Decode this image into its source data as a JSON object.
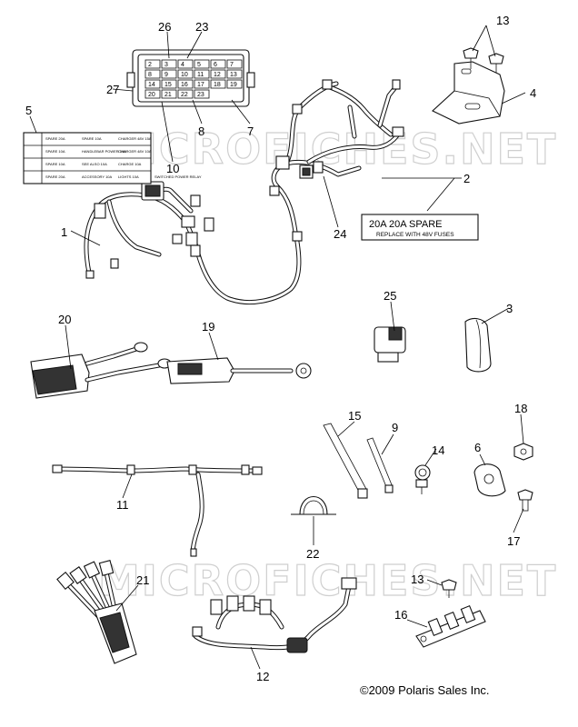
{
  "watermark": "MICROFICHES.NET",
  "copyright": "©2009 Polaris Sales Inc.",
  "callouts": {
    "c1": "1",
    "c2": "2",
    "c3": "3",
    "c4": "4",
    "c5": "5",
    "c6": "6",
    "c7": "7",
    "c8": "8",
    "c9": "9",
    "c10": "10",
    "c11": "11",
    "c12": "12",
    "c13": "13",
    "c13b": "13",
    "c14": "14",
    "c15": "15",
    "c16": "16",
    "c17": "17",
    "c18": "18",
    "c19": "19",
    "c20": "20",
    "c21": "21",
    "c22": "22",
    "c23": "23",
    "c24": "24",
    "c25": "25",
    "c26": "26",
    "c27": "27"
  },
  "fuse_label": {
    "line1": "20A     20A  SPARE",
    "line2": "REPLACE WITH 48V FUSES"
  },
  "fuse_box_slots": [
    "2",
    "3",
    "4",
    "5",
    "6",
    "7",
    "8",
    "9",
    "10",
    "11",
    "12",
    "13",
    "14",
    "15",
    "16",
    "17",
    "18",
    "19",
    "20",
    "21",
    "22",
    "23"
  ],
  "fuse_card": {
    "cells": [
      [
        "SPARE 20A",
        "SPARE 10A",
        "CHARGER 48V 15A"
      ],
      [
        "SPARE 10A",
        "HANDLEBAR POWER 10A",
        "CHARGER 48V 10A"
      ],
      [
        "SPARE 10A",
        "SEE ALSO 10A",
        "CHARGE 10A"
      ],
      [
        "SPARE 20A",
        "ACCESSORY 10A",
        "LIGHTS 10A",
        "SWITCHED POWER RELAY"
      ]
    ]
  }
}
